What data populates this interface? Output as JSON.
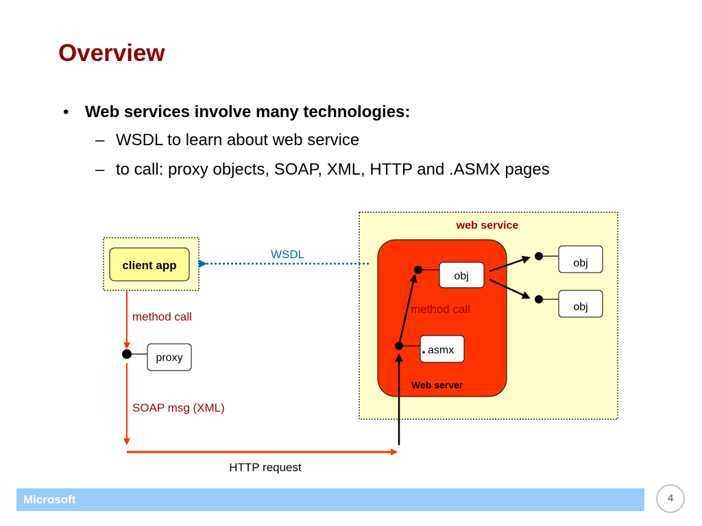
{
  "slide": {
    "title": "Overview",
    "bullet": {
      "symbol": "•",
      "text": "Web services involve many technologies:",
      "subitems": [
        {
          "dash": "–",
          "text": "WSDL to learn about web service"
        },
        {
          "dash": "–",
          "text": "to call:  proxy objects, SOAP, XML, HTTP and .ASMX pages"
        }
      ]
    }
  },
  "diagram": {
    "web_service_label": "web service",
    "web_server_label": "Web server",
    "client_app_label": "client app",
    "proxy_label": "proxy",
    "asmx_dot": ".",
    "asmx_label": "asmx",
    "obj_label": "obj",
    "obj_right_top_label": "obj",
    "obj_right_bottom_label": "obj",
    "wsdl_label": "WSDL",
    "method_call_client_label": "method call",
    "method_call_server_label": "method call",
    "soap_label": "SOAP msg (XML)",
    "http_label": "HTTP request",
    "colors": {
      "title": "#8b0000",
      "web_service_bg": "#ffffcc",
      "web_server_fill": "#ff3300",
      "client_app_fill": "#ffff99",
      "arrow_red": "#ff3300",
      "wsdl_blue": "#0066cc",
      "label_darkred": "#990000"
    }
  },
  "footer": {
    "brand": "Microsoft",
    "page_number": "4"
  }
}
